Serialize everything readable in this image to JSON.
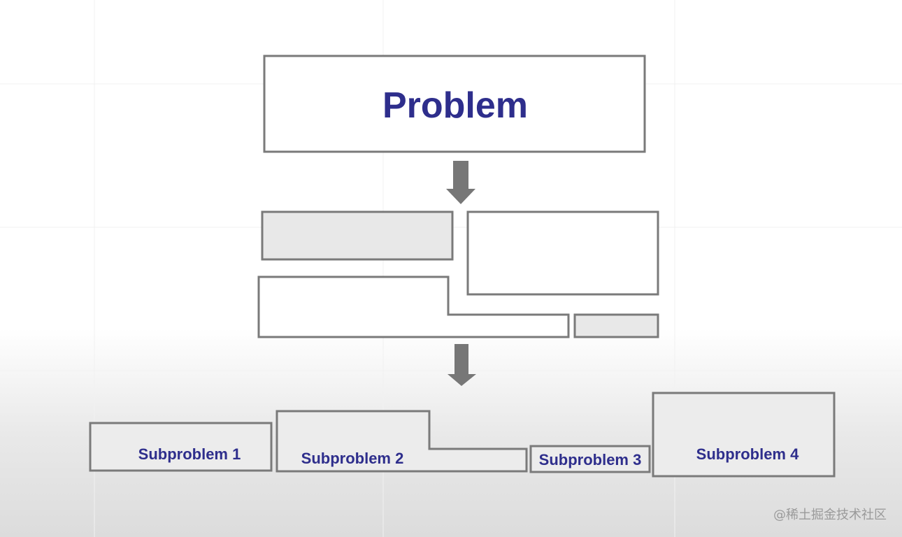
{
  "diagram": {
    "problem_label": "Problem",
    "subproblems": [
      "Subproblem 1",
      "Subproblem 2",
      "Subproblem 3",
      "Subproblem 4"
    ],
    "colors": {
      "text": "#2e2e8c",
      "stroke": "#7a7a7a",
      "arrow": "#777777",
      "fill": "#e8e8e8"
    }
  },
  "watermark": "@稀土掘金技术社区"
}
